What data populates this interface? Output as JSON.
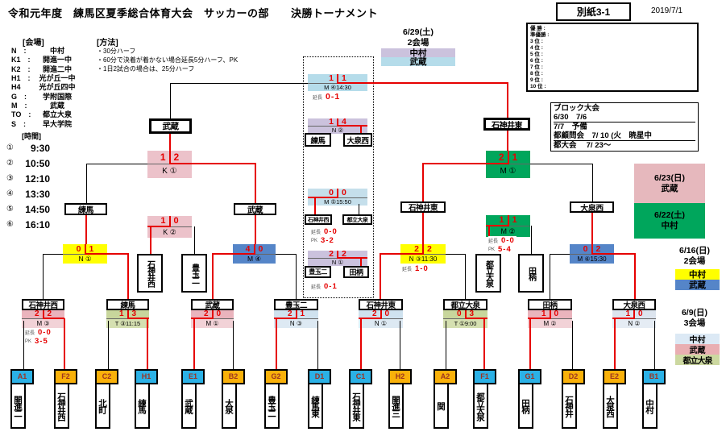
{
  "title": "令和元年度　練馬区夏季総合体育大会　サッカーの部　　決勝トーナメント",
  "sheet_label": "別紙3-1",
  "date": "2019/7/1",
  "labels": {
    "ext": "延長",
    "pk": "PK"
  },
  "standings": [
    "優 勝 :",
    "準優勝 :",
    "3 位 :",
    "4 位 :",
    "5 位 :",
    "6 位 :",
    "7 位 :",
    "8 位 :",
    "9 位 :",
    "10 位 :"
  ],
  "venues": {
    "heading": "[会場]",
    "rows": [
      {
        "c": "N　:",
        "n": "中村"
      },
      {
        "c": "K1　:",
        "n": "開進一中"
      },
      {
        "c": "K2　:",
        "n": "開進二中"
      },
      {
        "c": "H1　:",
        "n": "光が丘一中"
      },
      {
        "c": "H4",
        "n": "光が丘四中"
      },
      {
        "c": "G　:",
        "n": "学附国際"
      },
      {
        "c": "M　:",
        "n": "武蔵"
      },
      {
        "c": "TO　:",
        "n": "都立大泉"
      },
      {
        "c": "S　:",
        "n": "早大学院"
      }
    ]
  },
  "method": {
    "heading": "[方法]",
    "lines": [
      "・30分ハーフ",
      "・60分で決着が着かない場合延長5分ハーフ、PK",
      "・1日2試合の場合は、25分ハーフ"
    ]
  },
  "times": {
    "heading": "[時間]",
    "rows": [
      {
        "n": "①",
        "t": "9:30"
      },
      {
        "n": "②",
        "t": "10:50"
      },
      {
        "n": "③",
        "t": "12:10"
      },
      {
        "n": "④",
        "t": "13:30"
      },
      {
        "n": "⑤",
        "t": "14:50"
      },
      {
        "n": "⑥",
        "t": "16:10"
      }
    ]
  },
  "block_box": {
    "l1": "ブロック大会",
    "l2": "6/30　7/6",
    "l3": "7/7　予備",
    "l4": "都顧問会　7/ 10 (火　暁星中",
    "l5": "都大会　 7/ 23～"
  },
  "top_legend": {
    "date": "6/29(土)",
    "court": "2会場",
    "v1": "中村",
    "v2": "武蔵"
  },
  "legend_0623": {
    "date": "6/23(日)",
    "venue": "武蔵"
  },
  "legend_0622": {
    "date": "6/22(土)",
    "venue": "中村"
  },
  "legend_0616": {
    "date": "6/16(日)",
    "court": "2会場",
    "v1": "中村",
    "v2": "武蔵"
  },
  "legend_0609": {
    "date": "6/9(日)",
    "court": "3会場",
    "v1": "中村",
    "v2": "武蔵",
    "v3": "都立大泉"
  },
  "colors": {
    "score_red": "#e60000",
    "tag_blue": "#2bb1e6",
    "tag_orange": "#f9b10a",
    "nakamura_609_blue": "#cfe2ef",
    "musashi_609_pink": "#eab4bd",
    "toritsu_609_green": "#c8d69c",
    "nakamura_616_yellow": "#ffff00",
    "musashi_616_blue": "#5585c8",
    "nakamura_622_green": "#00a65c",
    "musashi_623_pink": "#e6b8bd",
    "nakamura_629_purple": "#cbc2dd",
    "musashi_629_blue": "#b5dcea"
  },
  "final": {
    "sl": "1",
    "sr": "1",
    "v": "M ④14:30",
    "ext": "0-1"
  },
  "p3": {
    "sl": "1",
    "sr": "4",
    "v": "N ②",
    "t1": "練馬",
    "t2": "大泉西"
  },
  "p5": {
    "sl": "0",
    "sr": "0",
    "v": "M ⑤15:50",
    "ext": "0-0",
    "pk": "3-2",
    "t1": "石神井西",
    "t2": "都立大泉"
  },
  "p7": {
    "sl": "2",
    "sr": "2",
    "v": "N ①",
    "ext": "0-1",
    "t1": "豊玉二",
    "t2": "田柄"
  },
  "sf": [
    {
      "w": "武蔵",
      "sl": "1",
      "sr": "2",
      "v": "K ①"
    },
    {
      "w": "石神井東",
      "sl": "2",
      "sr": "1",
      "v": "M ①"
    }
  ],
  "cons": [
    {
      "sl": "1",
      "sr": "0",
      "v": "K ②",
      "t1": "石神井西",
      "t2": "豊玉二"
    },
    {
      "sl": "1",
      "sr": "1",
      "v": "M ②",
      "ext": "0-0",
      "pk": "5-4",
      "t1": "都立大泉",
      "t2": "田柄"
    }
  ],
  "qf": [
    {
      "w": "練馬",
      "sl": "0",
      "sr": "1",
      "v": "N ①"
    },
    {
      "w": "武蔵",
      "sl": "4",
      "sr": "0",
      "v": "M ④"
    },
    {
      "w": "石神井東",
      "sl": "2",
      "sr": "2",
      "v": "N ③11:30",
      "ext": "1-0"
    },
    {
      "w": "大泉西",
      "sl": "0",
      "sr": "2",
      "v": "M ⑥15:30"
    }
  ],
  "r1": [
    {
      "w": "石神井西",
      "sl": "2",
      "sr": "2",
      "v": "M ③",
      "ext": "0-0",
      "pk": "3-5"
    },
    {
      "w": "練馬",
      "sl": "1",
      "sr": "3",
      "v": "T ③11:15"
    },
    {
      "w": "武蔵",
      "sl": "2",
      "sr": "0",
      "v": "M ①"
    },
    {
      "w": "豊玉二",
      "sl": "2",
      "sr": "1",
      "v": "N ③"
    },
    {
      "w": "石神井東",
      "sl": "2",
      "sr": "0",
      "v": "N ①"
    },
    {
      "w": "都立大泉",
      "sl": "0",
      "sr": "3",
      "v": "T ①9:00"
    },
    {
      "w": "田柄",
      "sl": "1",
      "sr": "0",
      "v": "M ②"
    },
    {
      "w": "大泉西",
      "sl": "1",
      "sr": "0",
      "v": "N ②"
    }
  ],
  "teams": [
    {
      "tag": "A1",
      "name": "開進二"
    },
    {
      "tag": "F2",
      "name": "石神井西"
    },
    {
      "tag": "C2",
      "name": "北町"
    },
    {
      "tag": "H1",
      "name": "練馬"
    },
    {
      "tag": "E1",
      "name": "武蔵"
    },
    {
      "tag": "B2",
      "name": "大泉"
    },
    {
      "tag": "G2",
      "name": "豊玉二"
    },
    {
      "tag": "D1",
      "name": "練馬東"
    },
    {
      "tag": "C1",
      "name": "石神井東"
    },
    {
      "tag": "H2",
      "name": "開進三"
    },
    {
      "tag": "A2",
      "name": "関"
    },
    {
      "tag": "F1",
      "name": "都立大泉"
    },
    {
      "tag": "G1",
      "name": "田柄"
    },
    {
      "tag": "D2",
      "name": "石神井"
    },
    {
      "tag": "E2",
      "name": "大泉西"
    },
    {
      "tag": "B1",
      "name": "中村"
    }
  ]
}
